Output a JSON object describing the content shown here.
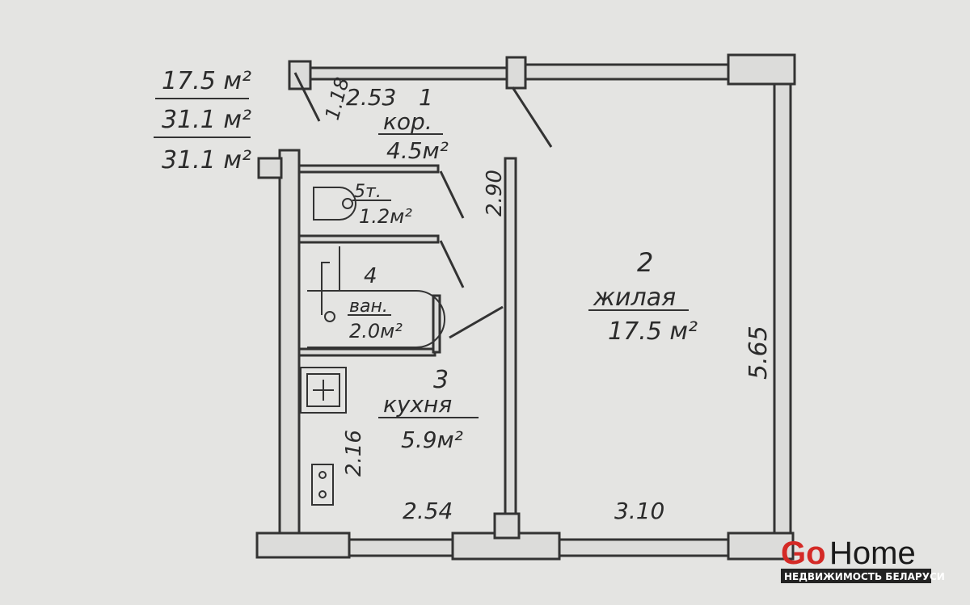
{
  "summary": {
    "living_area": "17.5 м²",
    "total_area": "31.1 м²",
    "total_area_2": "31.1 м²"
  },
  "rooms": [
    {
      "number": "1",
      "name": "кор.",
      "area": "4.5м²"
    },
    {
      "number": "2",
      "name": "жилая",
      "area": "17.5 м²"
    },
    {
      "number": "3",
      "name": "кухня",
      "area": "5.9м²"
    },
    {
      "number": "4",
      "name": "ван.",
      "area": "2.0м²"
    },
    {
      "number": "",
      "name": "5т.",
      "area": "1.2м²"
    }
  ],
  "dimensions": {
    "corridor_width": "2.53",
    "corridor_depth": "1.18",
    "partition": "2.90",
    "room_height": "5.65",
    "kitchen_depth": "2.16",
    "kitchen_width": "2.54",
    "room_width": "3.10"
  },
  "watermark": {
    "brand_go": "Go",
    "brand_home": "Home",
    "tagline": "НЕДВИЖИМОСТЬ БЕЛАРУСИ",
    "colors": {
      "go": "#d42a26",
      "home": "#1a1a1a"
    }
  }
}
